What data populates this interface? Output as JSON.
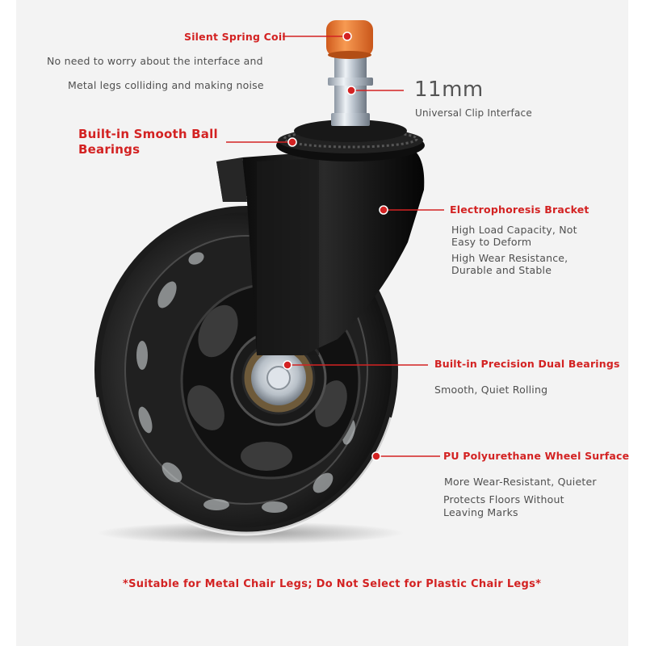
{
  "colors": {
    "accent_red": "#d32222",
    "text_gray": "#505050",
    "background_panel": "#f3f3f3",
    "tip_orange": "#e8762c",
    "bracket_black": "#141414",
    "wheel_clear": "#3a3a3a"
  },
  "callouts": {
    "spring_coil": {
      "title": "Silent Spring Coil",
      "desc_line1": "No need to worry about the interface and",
      "desc_line2": "Metal legs colliding and making noise"
    },
    "clip": {
      "size": "11mm",
      "desc": "Universal Clip Interface"
    },
    "ball_bearings": {
      "title_line1": "Built-in Smooth Ball",
      "title_line2": "Bearings"
    },
    "bracket": {
      "title": "Electrophoresis Bracket",
      "desc_line1": "High Load Capacity, Not",
      "desc_line2": "Easy to Deform",
      "desc_line3": "High Wear Resistance,",
      "desc_line4": "Durable and Stable"
    },
    "dual_bearings": {
      "title": "Built-in Precision Dual Bearings",
      "desc": "Smooth, Quiet Rolling"
    },
    "wheel_surface": {
      "title": "PU Polyurethane Wheel Surface",
      "desc_line1": "More Wear-Resistant, Quieter",
      "desc_line2": "Protects Floors Without",
      "desc_line3": "Leaving Marks"
    }
  },
  "footer": {
    "note": "*Suitable for Metal Chair Legs; Do Not Select for Plastic Chair Legs*"
  },
  "icons": {
    "product": "caster-wheel-illustration",
    "marker": "red-dot-marker"
  }
}
